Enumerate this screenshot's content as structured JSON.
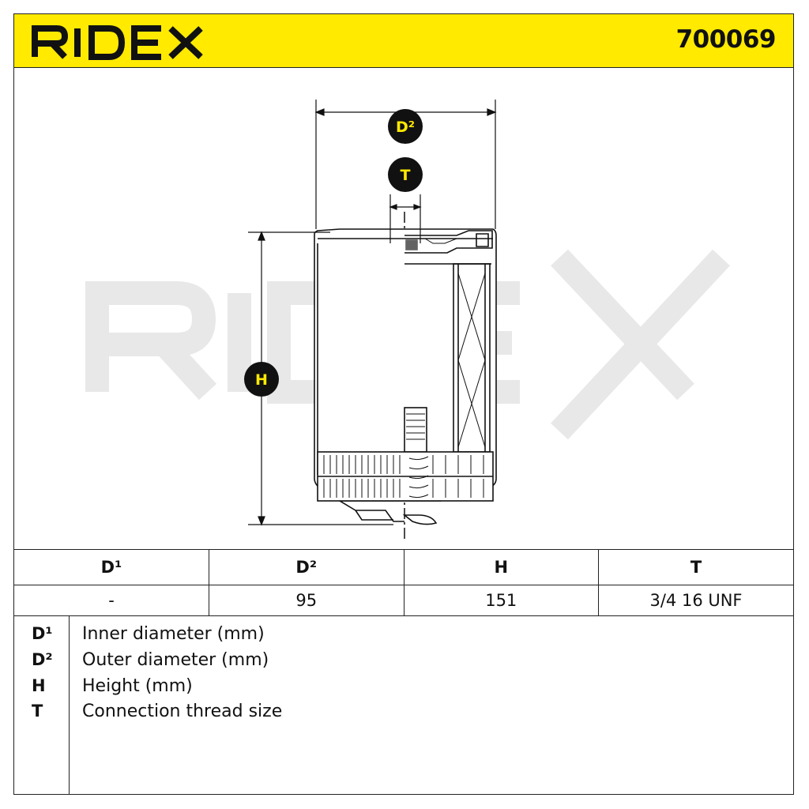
{
  "brand": "RIDEX",
  "part_number": "700069",
  "colors": {
    "header_bg": "#ffea00",
    "marker_fill": "#111111",
    "marker_text": "#ffea00",
    "watermark": "#e6e6e6"
  },
  "markers": {
    "outer_diameter": "D²",
    "thread": "T",
    "height": "H"
  },
  "specs": {
    "headers": [
      "D¹",
      "D²",
      "H",
      "T"
    ],
    "values": [
      "-",
      "95",
      "151",
      "3/4 16 UNF"
    ]
  },
  "legend": [
    {
      "key": "D¹",
      "text": "Inner diameter (mm)"
    },
    {
      "key": "D²",
      "text": "Outer diameter (mm)"
    },
    {
      "key": "H",
      "text": "Height (mm)"
    },
    {
      "key": "T",
      "text": "Connection thread size"
    }
  ]
}
